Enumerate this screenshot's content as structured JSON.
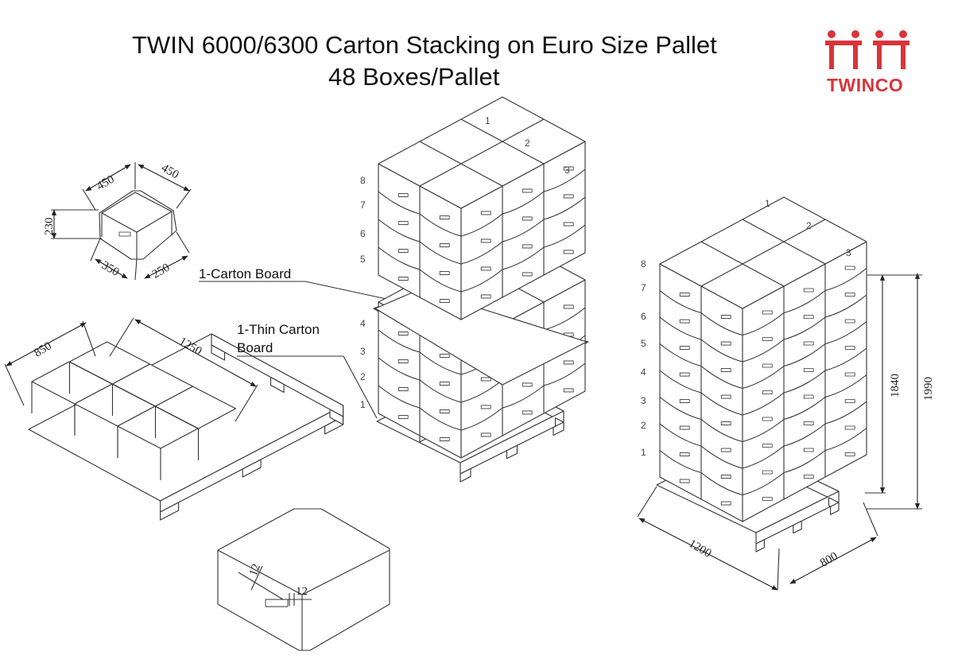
{
  "title": {
    "line1": "TWIN 6000/6300 Carton Stacking on Euro Size Pallet",
    "line2": "48 Boxes/Pallet"
  },
  "logo": {
    "word": "TWINCO",
    "color": "#d8343a",
    "icon": "twinco-figures-logo"
  },
  "carton": {
    "top_width_left": "450",
    "top_width_right": "450",
    "height": "230",
    "bottom_left": "350",
    "bottom_right": "250"
  },
  "layer_view": {
    "depth": "850",
    "width": "1250"
  },
  "middle_stack": {
    "layers": [
      "1",
      "2",
      "3",
      "4",
      "5",
      "6",
      "7",
      "8"
    ],
    "columns": [
      "1",
      "2",
      "3"
    ],
    "label_board": "1-Carton Board",
    "label_thin_board_line1": "1-Thin Carton",
    "label_thin_board_line2": "Board"
  },
  "right_stack": {
    "layers": [
      "1",
      "2",
      "3",
      "4",
      "5",
      "6",
      "7",
      "8"
    ],
    "columns": [
      "1",
      "2",
      "3"
    ],
    "dim_pallet_length": "1200",
    "dim_pallet_width": "800",
    "dim_stack_height": "1840",
    "dim_total_height": "1990"
  },
  "detail": {
    "dim_left": "12",
    "dim_right": "12"
  },
  "colors": {
    "line": "#333333",
    "accent": "#d8343a"
  }
}
